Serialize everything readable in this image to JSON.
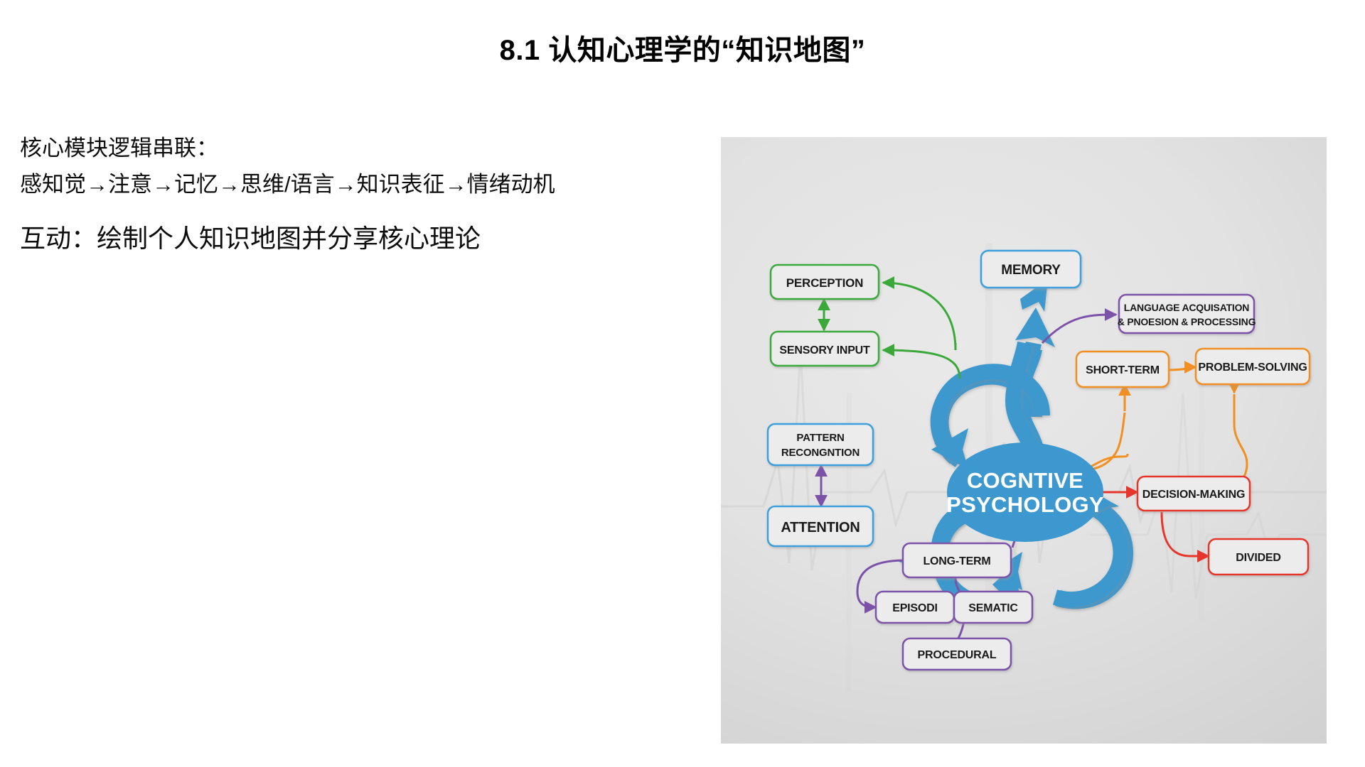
{
  "slide": {
    "title": "8.1 认知心理学的“知识地图”",
    "left_text": {
      "line1": "核心模块逻辑串联：",
      "line2": "感知觉→注意→记忆→思维/语言→知识表征→情绪动机",
      "line3": "互动：绘制个人知识地图并分享核心理论"
    }
  },
  "chart_data": {
    "type": "diagram",
    "title": "Cognitive Psychology Mind Map",
    "center": {
      "label_line1": "COGNTIVE",
      "label_line2": "PSYCHOLOGY",
      "color": "#3c98ce"
    },
    "groups": [
      {
        "name": "perception",
        "color": "#3aa93a",
        "nodes": [
          "PERCEPTION",
          "SENSORY INPUT"
        ]
      },
      {
        "name": "attention",
        "color": "#3e9fdc",
        "nodes": [
          "PATTERN RECONGNTION",
          "ATTENTION",
          "MEMORY"
        ]
      },
      {
        "name": "language",
        "color": "#7b52a8",
        "nodes": [
          "LANGUAGE ACQUISATION & PNOESION & PROCESSING"
        ]
      },
      {
        "name": "memory-types",
        "color": "#7b52a8",
        "nodes": [
          "LONG-TERM",
          "EPISODI",
          "SEMATIC",
          "PROCEDURAL"
        ]
      },
      {
        "name": "thinking",
        "color": "#f18f21",
        "nodes": [
          "SHORT-TERM",
          "PROBLEM-SOLVING"
        ]
      },
      {
        "name": "decision",
        "color": "#e8352b",
        "nodes": [
          "DECISION-MAKING",
          "DIVIDED"
        ]
      }
    ],
    "nodes": {
      "memory": "MEMORY",
      "perception": "PERCEPTION",
      "sensory_input": "SENSORY INPUT",
      "pattern_recognition_l1": "PATTERN",
      "pattern_recognition_l2": "RECONGNTION",
      "attention": "ATTENTION",
      "language_l1": "LANGUAGE ACQUISATION",
      "language_l2": "& PNOESION & PROCESSING",
      "short_term": "SHORT-TERM",
      "problem_solving": "PROBLEM-SOLVING",
      "decision_making": "DECISION-MAKING",
      "divided": "DIVIDED",
      "long_term": "LONG-TERM",
      "episodi": "EPISODI",
      "sematic": "SEMATIC",
      "procedural": "PROCEDURAL"
    },
    "edges": [
      {
        "from": "center",
        "to": "perception",
        "color": "#3aa93a"
      },
      {
        "from": "center",
        "to": "sensory_input",
        "color": "#3aa93a"
      },
      {
        "from": "perception",
        "to": "sensory_input",
        "color": "#3aa93a",
        "bidirectional": true
      },
      {
        "from": "center",
        "to": "memory",
        "color": "#3c98ce",
        "thick": true
      },
      {
        "from": "pattern_recognition",
        "to": "center",
        "color": "#3c98ce",
        "thick": true
      },
      {
        "from": "center",
        "to": "attention",
        "color": "#3c98ce",
        "thick": true
      },
      {
        "from": "pattern_recognition",
        "to": "attention",
        "color": "#7b52a8",
        "bidirectional": true
      },
      {
        "from": "center",
        "to": "language",
        "color": "#7b52a8"
      },
      {
        "from": "center",
        "to": "short_term",
        "color": "#f18f21"
      },
      {
        "from": "short_term",
        "to": "problem_solving",
        "color": "#f18f21"
      },
      {
        "from": "decision_making",
        "to": "problem_solving",
        "color": "#f18f21"
      },
      {
        "from": "center",
        "to": "decision_making",
        "color": "#e8352b"
      },
      {
        "from": "decision_making",
        "to": "divided",
        "color": "#e8352b"
      },
      {
        "from": "divided",
        "to": "decision_making",
        "color": "#e8352b"
      },
      {
        "from": "center",
        "to": "long_term",
        "color": "#7b52a8"
      },
      {
        "from": "long_term",
        "to": "episodi",
        "color": "#7b52a8"
      },
      {
        "from": "long_term",
        "to": "sematic",
        "color": "#7b52a8"
      },
      {
        "from": "sematic",
        "to": "procedural",
        "color": "#7b52a8"
      }
    ],
    "background": "light-gray gradient with faint EKG waveform"
  }
}
